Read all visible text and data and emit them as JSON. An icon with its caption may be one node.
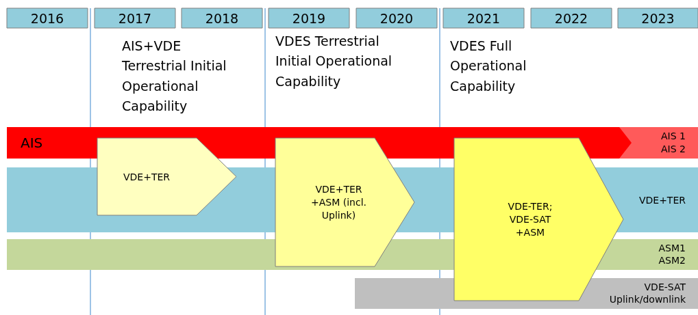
{
  "diagram": {
    "nodes": [
      {
        "text": [
          "2016"
        ]
      },
      {
        "text": [
          "2017"
        ]
      },
      {
        "text": [
          "2018"
        ]
      },
      {
        "text": [
          "2019"
        ]
      },
      {
        "text": [
          "2020"
        ]
      },
      {
        "text": [
          "2021"
        ]
      },
      {
        "text": [
          "2022"
        ]
      },
      {
        "text": [
          "2023"
        ]
      },
      {
        "text": [
          "AIS"
        ]
      },
      {
        "text": [
          "AIS 1 AIS 2"
        ]
      },
      {
        "text": [
          "VDE+TER"
        ]
      },
      {
        "text": [
          "VDE+TER +ASM (incl. Uplink)"
        ]
      },
      {
        "text": [
          "VDE-TER; VDE-SAT +ASM"
        ]
      },
      {
        "text": [
          "VDE+TER"
        ]
      },
      {
        "text": [
          "ASM1 ASM2"
        ]
      },
      {
        "text": [
          "VDE-SAT Uplink/downlink"
        ]
      }
    ],
    "edges": [],
    "labels": [
      "AIS+VDE Terrestrial Initial Operational Capability",
      "VDES Terrestrial Initial Operational Capability",
      "VDES Full Operational Capability"
    ]
  }
}
